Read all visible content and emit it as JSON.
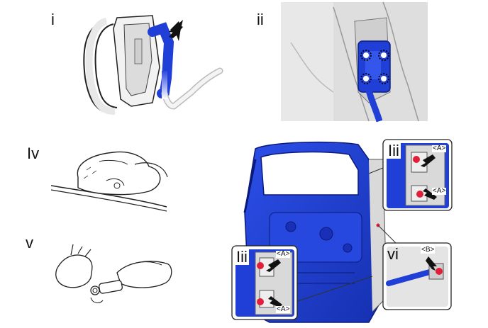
{
  "panels": {
    "i": {
      "label": "i"
    },
    "ii": {
      "label": "ii"
    },
    "iii_top": {
      "label": "Iii",
      "callouts": [
        "<A>",
        "<A>"
      ]
    },
    "iii_bottom": {
      "label": "Iii",
      "callouts": [
        "<A>",
        "<A>"
      ]
    },
    "iv": {
      "label": "Iv"
    },
    "v": {
      "label": "v"
    },
    "vi": {
      "label": "vi",
      "callouts": [
        "<B>"
      ]
    }
  },
  "colors": {
    "part_blue": "#1f3fd6",
    "door_blue": "#1b34c9",
    "bolt_red": "#e0203a",
    "frame_gray": "#e6e6e6",
    "outline": "#222222"
  }
}
